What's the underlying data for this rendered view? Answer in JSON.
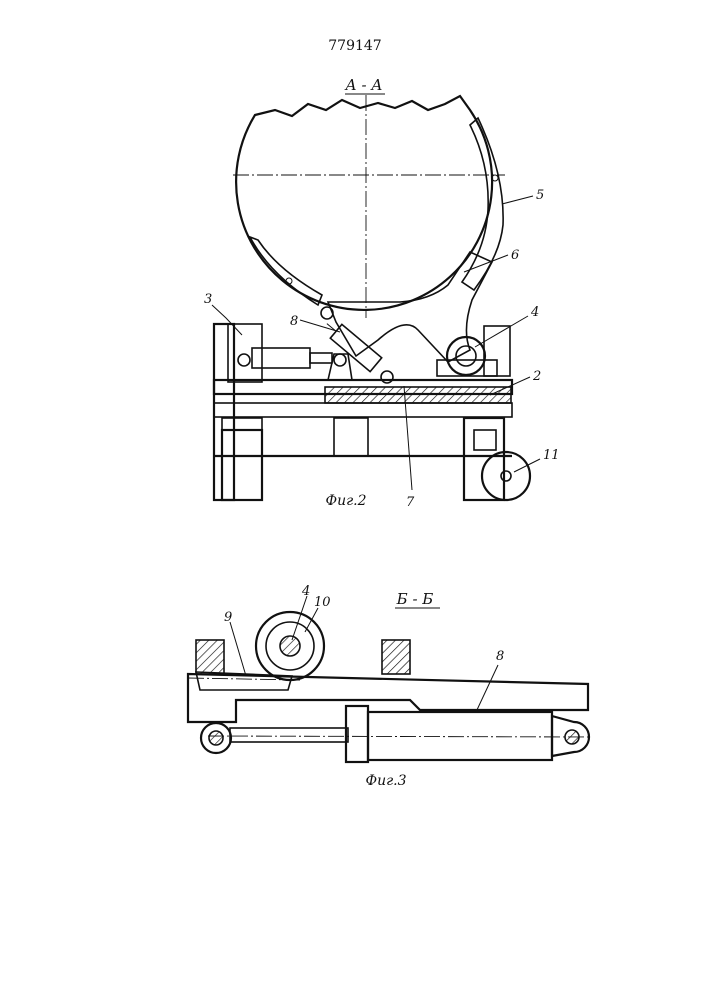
{
  "document": {
    "patent_number": "779147"
  },
  "figure2": {
    "section_label": "А - А",
    "caption": "Фиг.2",
    "labels": [
      "3",
      "8",
      "5",
      "6",
      "4",
      "2",
      "11",
      "7"
    ]
  },
  "figure3": {
    "section_label": "Б - Б",
    "caption": "Фиг.3",
    "labels": [
      "4",
      "10",
      "9",
      "8"
    ]
  }
}
